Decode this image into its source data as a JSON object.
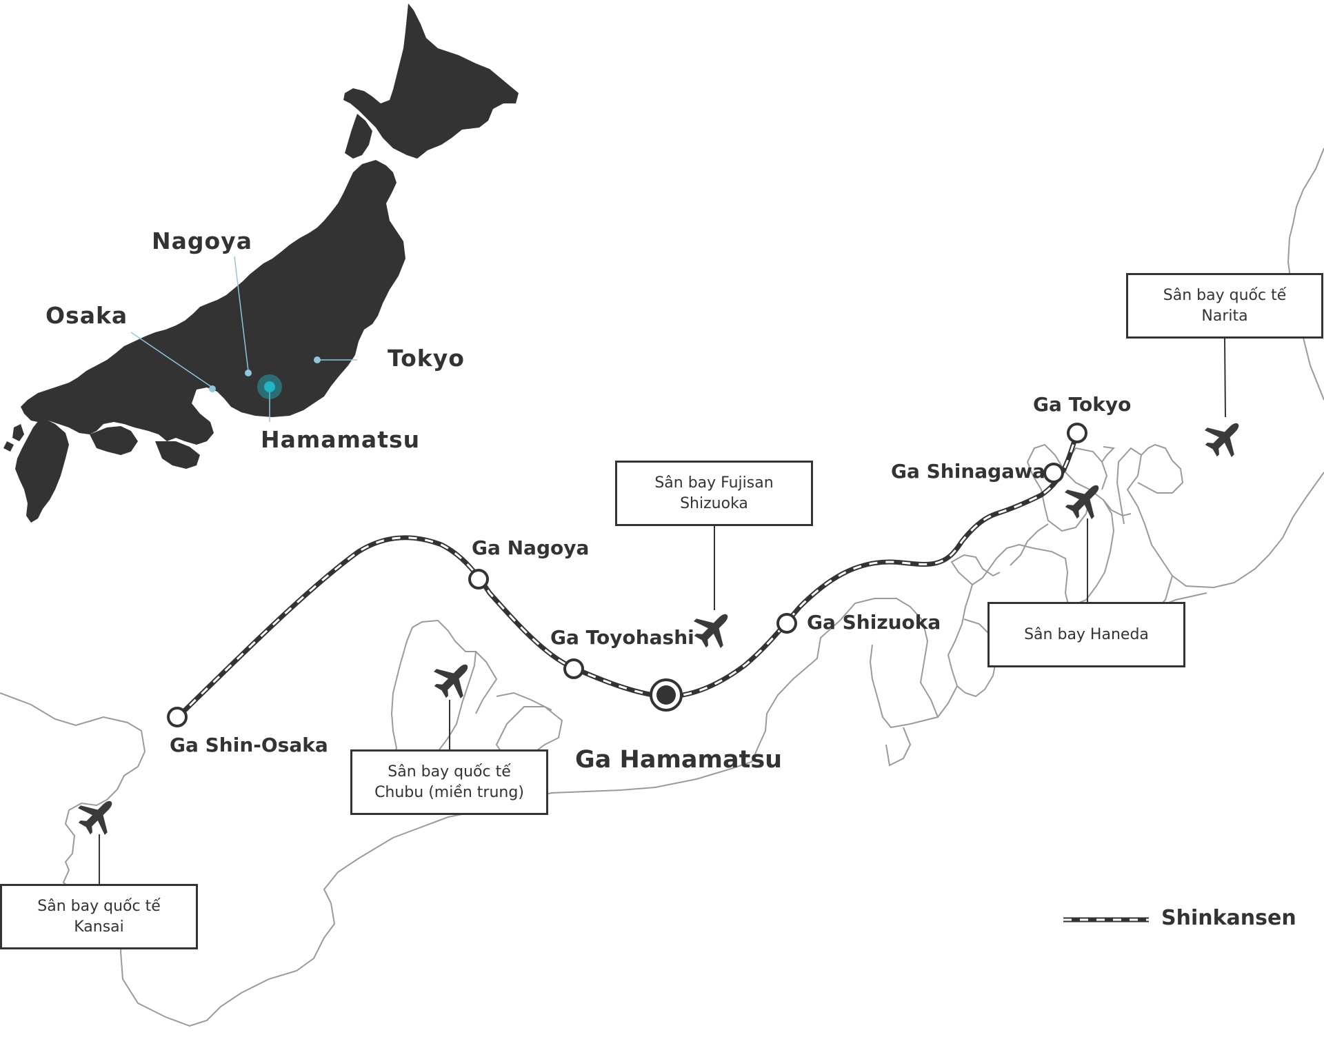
{
  "inset_map": {
    "cities": {
      "nagoya": "Nagoya",
      "osaka": "Osaka",
      "tokyo": "Tokyo",
      "hamamatsu": "Hamamatsu"
    },
    "highlight_color": "#1fb5c4",
    "leader_color": "#8fc7dd",
    "land_color": "#333333"
  },
  "route": {
    "stations": {
      "tokyo": "Ga Tokyo",
      "shinagawa": "Ga Shinagawa",
      "nagoya": "Ga Nagoya",
      "toyohashi": "Ga Toyohashi",
      "shizuoka": "Ga Shizuoka",
      "shin_osaka": "Ga Shin-Osaka",
      "hamamatsu": "Ga Hamamatsu"
    },
    "line_color": "#333333"
  },
  "airports": {
    "narita": {
      "line1": "Sân bay quốc tế",
      "line2": "Narita"
    },
    "fujisan": {
      "line1": "Sân bay Fujisan",
      "line2": "Shizuoka"
    },
    "haneda": {
      "line1": "Sân bay Haneda"
    },
    "chubu": {
      "line1": "Sân bay quốc tế",
      "line2": "Chubu (miền trung)"
    },
    "kansai": {
      "line1": "Sân bay quốc tế",
      "line2": "Kansai"
    },
    "icon": "airplane-icon"
  },
  "legend": {
    "shinkansen": "Shinkansen"
  }
}
